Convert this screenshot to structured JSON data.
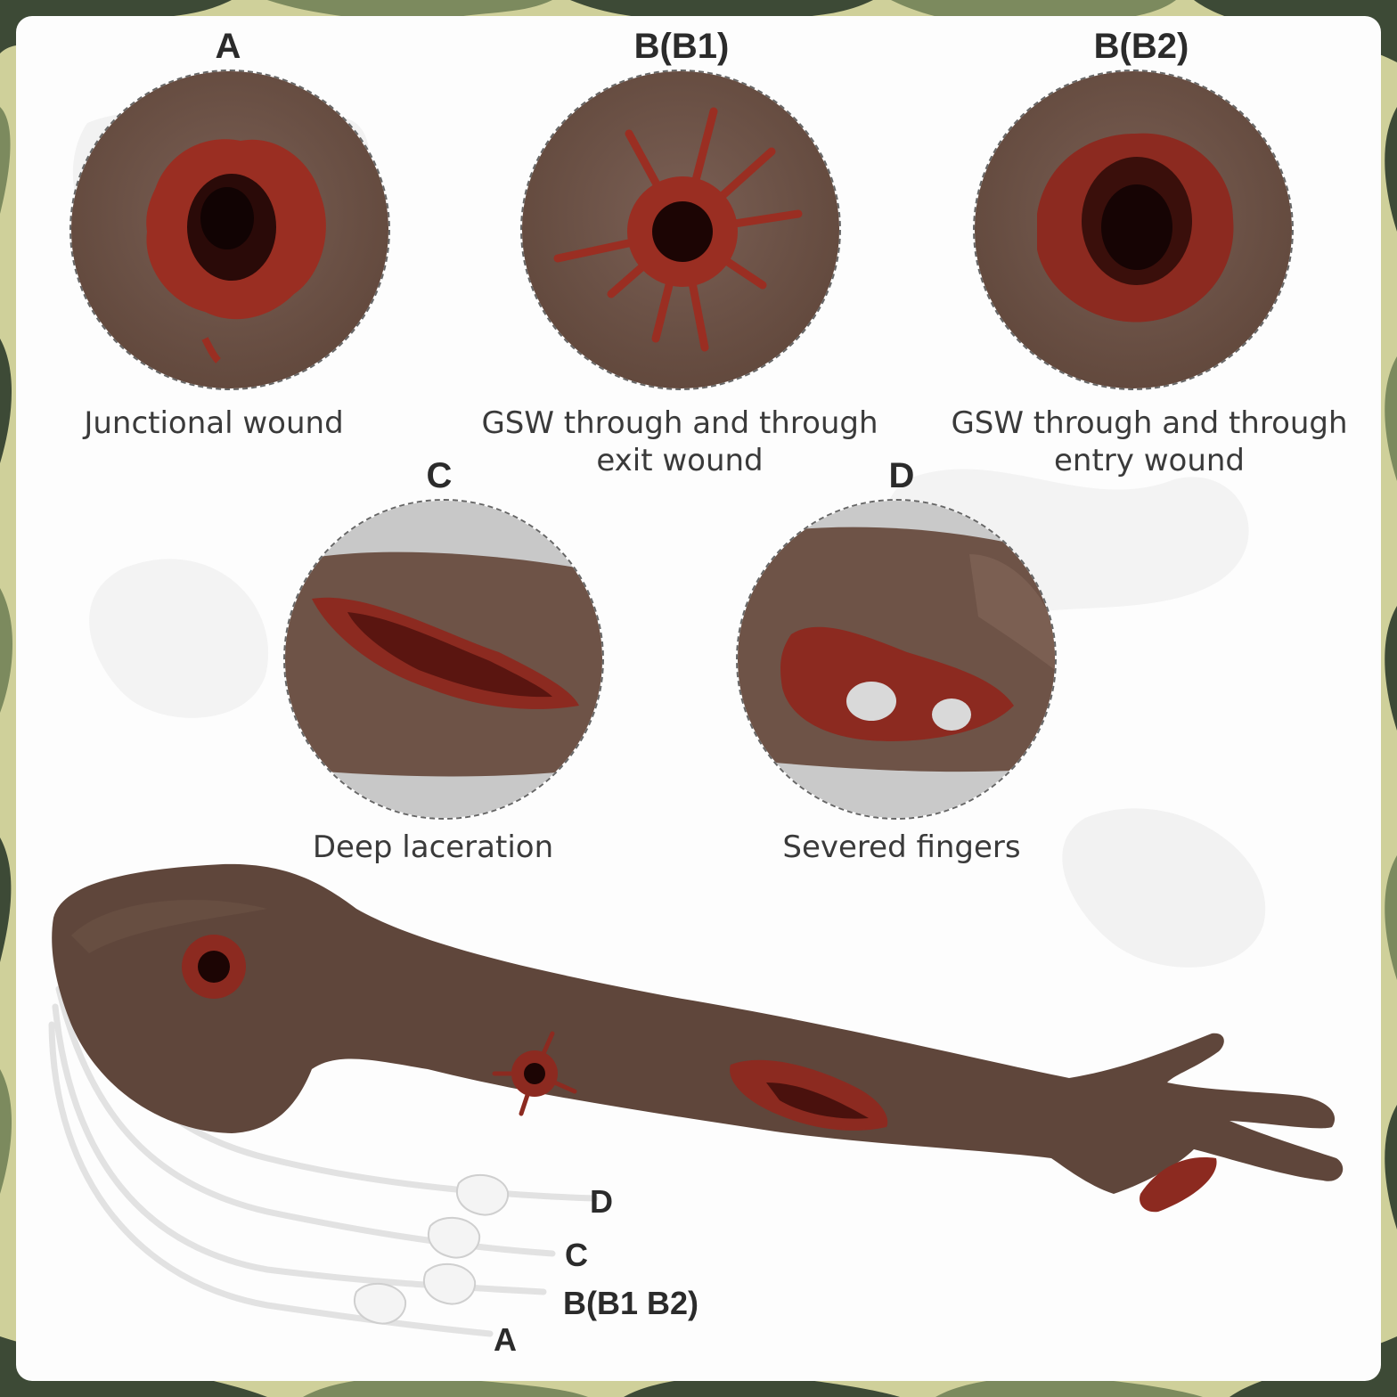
{
  "wounds": [
    {
      "letter": "A",
      "caption_lines": [
        "Junctional wound"
      ]
    },
    {
      "letter": "B(B1)",
      "caption_lines": [
        "GSW through and through",
        "exit wound"
      ]
    },
    {
      "letter": "B(B2)",
      "caption_lines": [
        "GSW through and through",
        "entry wound"
      ]
    },
    {
      "letter": "C",
      "caption_lines": [
        "Deep laceration"
      ]
    },
    {
      "letter": "D",
      "caption_lines": [
        "Severed fingers"
      ]
    }
  ],
  "tube_labels": [
    "D",
    "C",
    "B(B1 B2)",
    "A"
  ],
  "colors": {
    "skin": "#6b5146",
    "wound": "#8e2a1f",
    "wound_dark": "#2a0a08",
    "camo_light": "#d8d8a0",
    "camo_dark": "#3f4a35"
  }
}
